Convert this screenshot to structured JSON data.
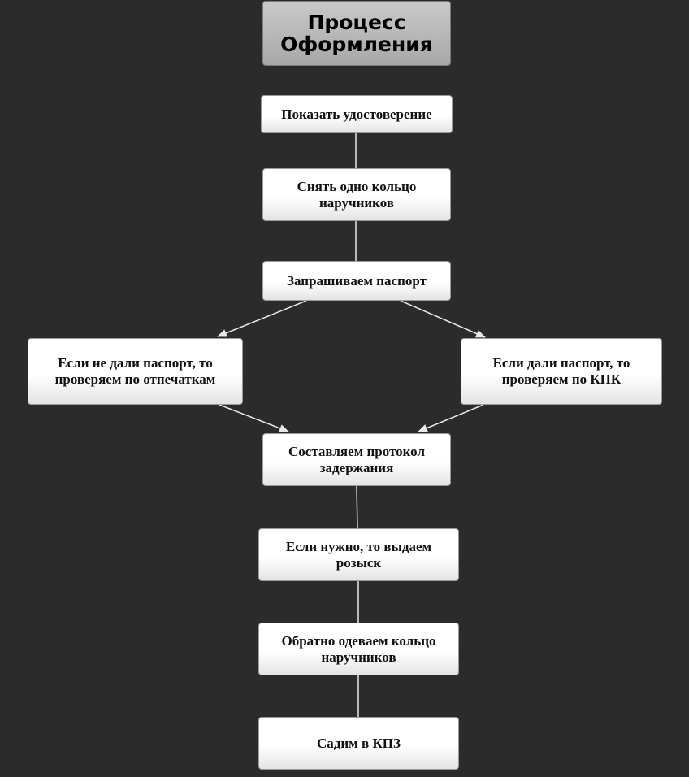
{
  "diagram": {
    "title": "Процесс Оформления",
    "steps": {
      "show_id": "Показать удостоверение",
      "remove_cuff": "Снять одно кольцо наручников",
      "ask_passport": "Запрашиваем паспорт",
      "no_passport": "Если не дали паспорт, то проверяем по отпечаткам",
      "has_passport": "Если дали паспорт, то проверяем по КПК",
      "protocol": "Составляем протокол задержания",
      "wanted": "Если нужно, то выдаем розыск",
      "reapply_cuff": "Обратно одеваем кольцо наручников",
      "holding_cell": "Садим в КПЗ"
    }
  },
  "colors": {
    "background": "#2b2b2b",
    "connector": "#e8e8e8",
    "node_fill": "#ffffff",
    "title_fill": "#b5b5b5"
  }
}
